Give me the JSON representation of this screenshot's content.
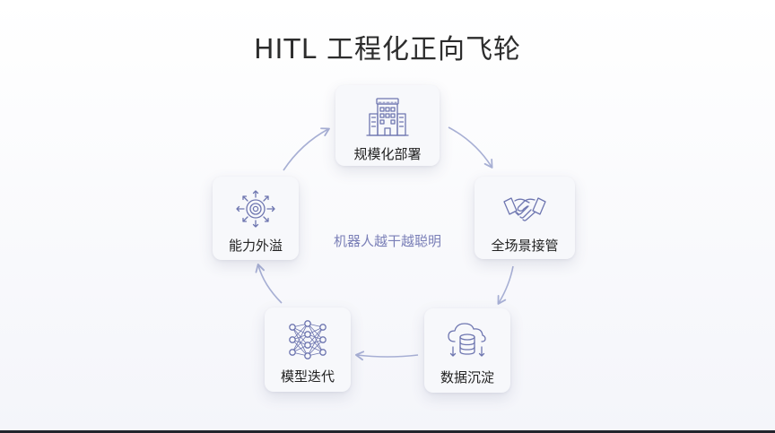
{
  "title": "HITL 工程化正向飞轮",
  "center_text": "机器人越干越聪明",
  "nodes": [
    {
      "label": "规模化部署",
      "icon": "hotel-building-icon"
    },
    {
      "label": "全场景接管",
      "icon": "handshake-icon"
    },
    {
      "label": "数据沉淀",
      "icon": "cloud-database-icon"
    },
    {
      "label": "模型迭代",
      "icon": "neural-network-icon"
    },
    {
      "label": "能力外溢",
      "icon": "radiating-capability-icon"
    }
  ],
  "colors": {
    "accent": "#7a7fb7",
    "arrow": "#a7afd4",
    "icon_stroke": "#6e76b0",
    "text": "#222222"
  }
}
